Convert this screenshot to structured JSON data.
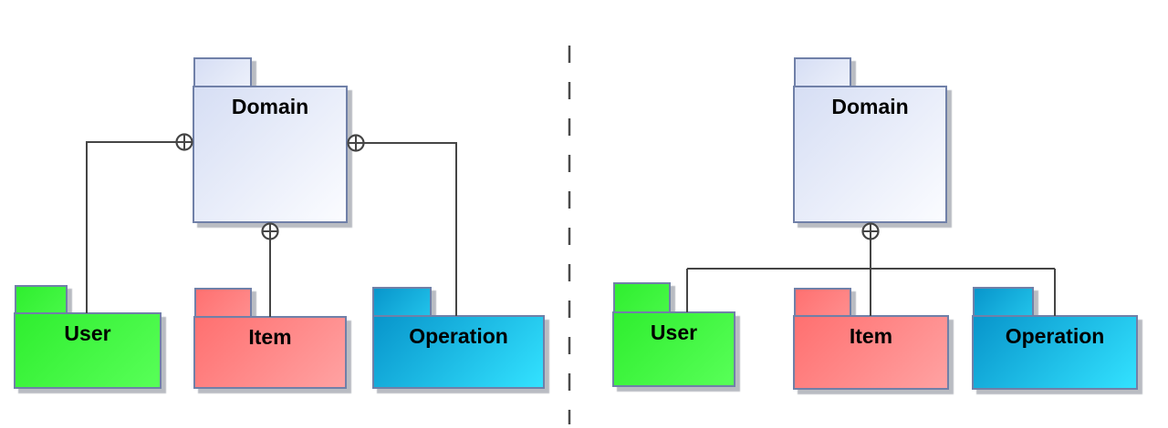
{
  "canvas": {
    "background": "#ffffff"
  },
  "divider": {
    "color": "#4a4a4a"
  },
  "connector": {
    "color": "#454545"
  },
  "icons": {
    "containment_anchor": "circled-plus"
  },
  "diagrams": [
    {
      "name": "left-diagram",
      "packages": [
        {
          "label": "Domain",
          "colors": {
            "from": "#d6def4",
            "to": "#fbfcff",
            "border": "#7080a8"
          }
        },
        {
          "label": "User",
          "colors": {
            "from": "#2fee2f",
            "to": "#58ff58",
            "border": "#7080a8"
          }
        },
        {
          "label": "Item",
          "colors": {
            "from": "#ff7070",
            "to": "#ffa2a2",
            "border": "#7080a8"
          }
        },
        {
          "label": "Operation",
          "colors": {
            "from": "#0895cb",
            "to": "#33e2ff",
            "border": "#7080a8"
          }
        }
      ]
    },
    {
      "name": "right-diagram",
      "packages": [
        {
          "label": "Domain",
          "colors": {
            "from": "#d6def4",
            "to": "#fbfcff",
            "border": "#7080a8"
          }
        },
        {
          "label": "User",
          "colors": {
            "from": "#2fee2f",
            "to": "#58ff58",
            "border": "#7080a8"
          }
        },
        {
          "label": "Item",
          "colors": {
            "from": "#ff7070",
            "to": "#ffa2a2",
            "border": "#7080a8"
          }
        },
        {
          "label": "Operation",
          "colors": {
            "from": "#0895cb",
            "to": "#33e2ff",
            "border": "#7080a8"
          }
        }
      ]
    }
  ]
}
